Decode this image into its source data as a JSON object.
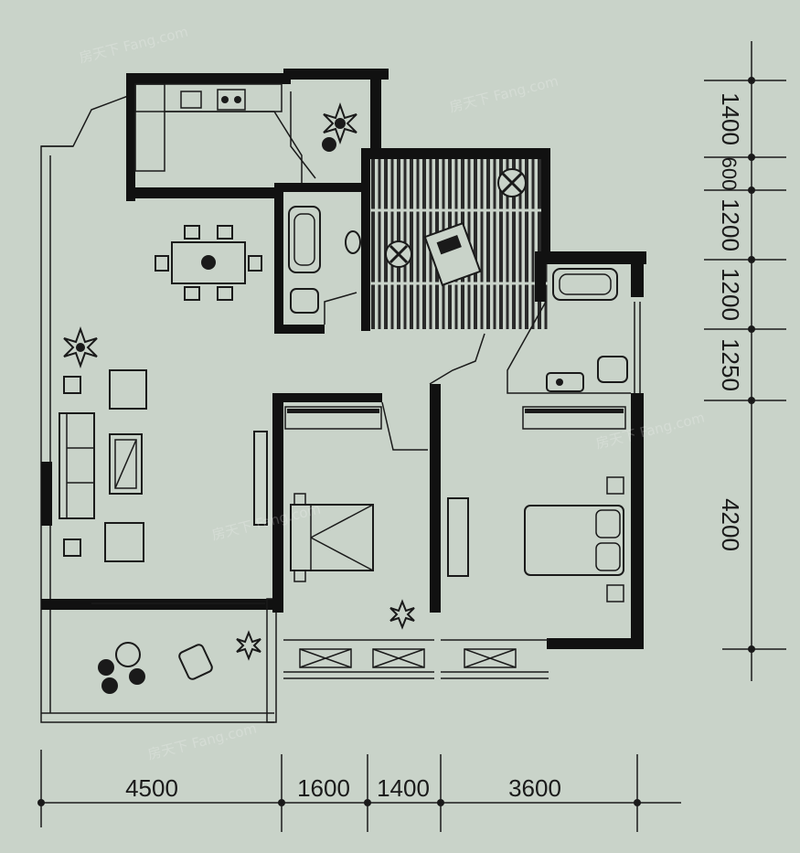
{
  "colors": {
    "background": "#c9d3c9",
    "ink": "#1a1a1a",
    "wall": "#111111",
    "floor_hatch": "#2a2a2a"
  },
  "watermark": "房天下 Fang.com",
  "dimensions": {
    "bottom": [
      "4500",
      "1600",
      "1400",
      "3600"
    ],
    "right": [
      "1400",
      "600",
      "1200",
      "1200",
      "1250",
      "4200"
    ]
  }
}
